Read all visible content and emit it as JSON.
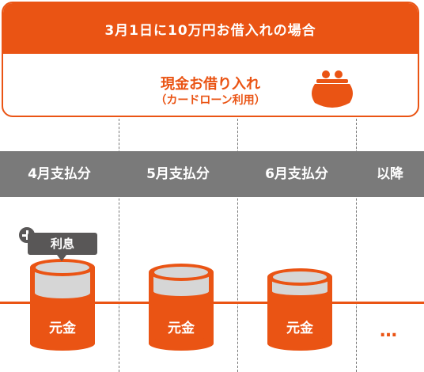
{
  "header": {
    "title": "3月1日に10万円お借入れの場合"
  },
  "loan": {
    "title": "現金お借り入れ",
    "subtitle": "（カードローン利用）",
    "icon": "coin-purse-icon"
  },
  "months": [
    {
      "label": "4月支払分"
    },
    {
      "label": "5月支払分"
    },
    {
      "label": "6月支払分"
    },
    {
      "label": "以降"
    }
  ],
  "interest": {
    "label": "利息"
  },
  "principal": {
    "label": "元金"
  },
  "ellipsis": "…",
  "colors": {
    "accent": "#ea5414",
    "gray": "#7a7a7a",
    "dark": "#595757",
    "light": "#d6d6d6"
  }
}
